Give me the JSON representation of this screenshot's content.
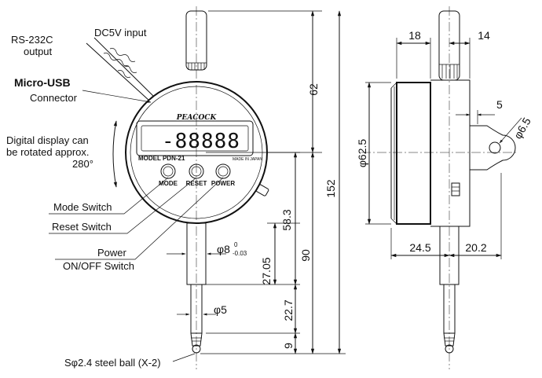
{
  "callouts": {
    "rs232c_line1": "RS-232C",
    "rs232c_line2": "output",
    "dc5v": "DC5V input",
    "micro_usb_line1": "Micro-USB",
    "micro_usb_line2": "Connector",
    "display_rot_line1": "Digital display can",
    "display_rot_line2": "be rotated approx.",
    "display_rot_line3": "280°",
    "mode_switch": "Mode Switch",
    "reset_switch": "Reset Switch",
    "power_line1": "Power",
    "power_line2": "ON/OFF Switch",
    "steel_ball": "Sφ2.4 steel ball (X-2)"
  },
  "face": {
    "brand": "PEACOCK",
    "display": "-88888",
    "model": "MODEL PDN-21",
    "made_in": "MADE IN JAPAN",
    "button_mode": "MODE",
    "button_reset": "RESET",
    "button_power": "POWER"
  },
  "front_dims": {
    "d62": "62",
    "d152": "152",
    "d58_3": "58.3",
    "d90": "90",
    "d27_05": "27.05",
    "d22_7": "22.7",
    "d9": "9",
    "stem_dia": "φ8",
    "stem_tol_upper": "0",
    "stem_tol_lower": "-0.03",
    "spindle_dia": "φ5"
  },
  "side_dims": {
    "d18": "18",
    "d14": "14",
    "d5": "5",
    "d6_5": "φ6.5",
    "d62_5": "φ62.5",
    "d24_5": "24.5",
    "d20_2": "20.2"
  }
}
